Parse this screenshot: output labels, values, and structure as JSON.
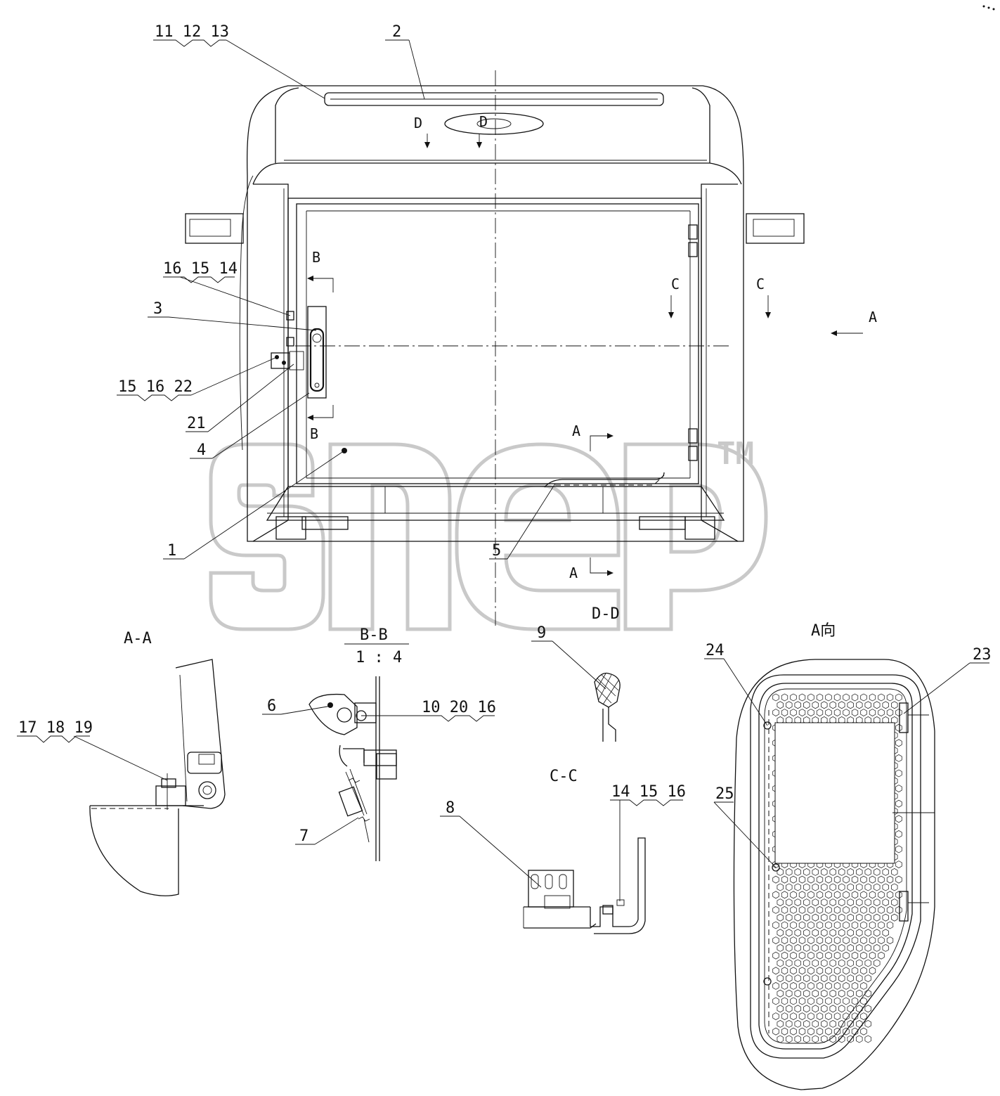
{
  "labels": {
    "l11_12_13": "11  12  13",
    "l2": "2",
    "l16_15_14": "16  15  14",
    "l3": "3",
    "l15_16_22": "15  16  22",
    "l21": "21",
    "l4": "4",
    "l1": "1",
    "l5": "5",
    "l17_18_19": "17  18  19",
    "l6": "6",
    "l10_20_16": "10  20  16",
    "l7": "7",
    "l9": "9",
    "l8": "8",
    "l14_15_16": "14  15  16",
    "l24": "24",
    "l23": "23",
    "l25": "25"
  },
  "section_marks": {
    "d_left": "D",
    "d_right": "D",
    "b_top": "B",
    "b_bottom": "B",
    "c_inner": "C",
    "c_outer": "C",
    "view_a": "A",
    "a_top": "A",
    "a_bottom": "A"
  },
  "view_titles": {
    "aa": "A-A",
    "bb": "B-B",
    "bb_scale": "1 : 4",
    "dd": "D-D",
    "cc": "C-C",
    "a_view": "A向"
  },
  "watermark": {
    "text": "snep",
    "tm": "TM",
    "color": "#c9c9c9"
  },
  "colors": {
    "line": "#111111",
    "background": "#ffffff"
  }
}
